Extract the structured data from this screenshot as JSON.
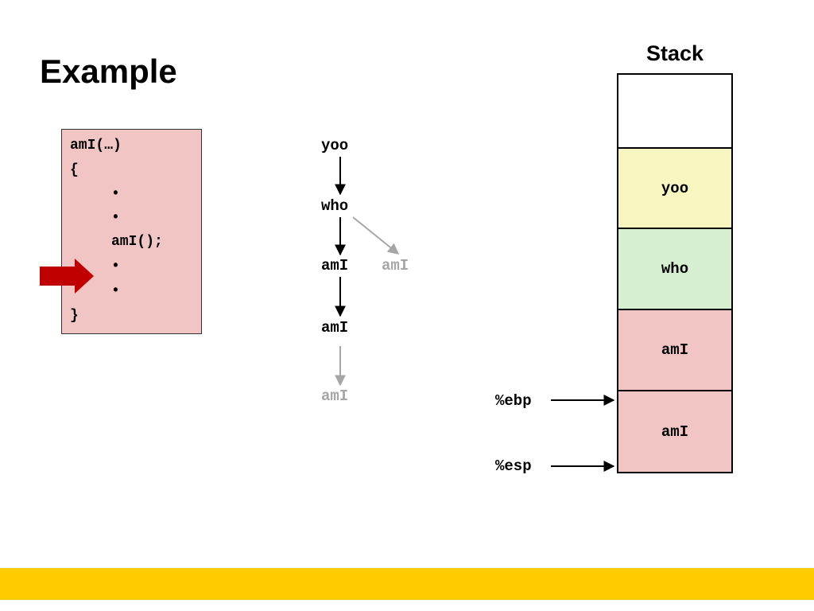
{
  "slide": {
    "title": "Example",
    "bar_color": "#ffcc00"
  },
  "code": {
    "background": "#f2c5c5",
    "lines": [
      "amI(…)",
      "{",
      "•",
      "•",
      "amI();",
      "•",
      "•",
      "}"
    ]
  },
  "pointer_arrow": {
    "color": "#c00000"
  },
  "call_tree": {
    "nodes": [
      {
        "label": "yoo",
        "active": true
      },
      {
        "label": "who",
        "active": true
      },
      {
        "label": "amI",
        "active": true
      },
      {
        "label": "amI",
        "active": false
      },
      {
        "label": "amI",
        "active": true
      },
      {
        "label": "amI",
        "active": false
      }
    ],
    "active_color": "#000000",
    "inactive_color": "#a6a6a6"
  },
  "stack": {
    "title": "Stack",
    "frames": [
      {
        "label": "",
        "color": "#ffffff"
      },
      {
        "label": "yoo",
        "color": "#f7f5c0"
      },
      {
        "label": "who",
        "color": "#d6efd0"
      },
      {
        "label": "amI",
        "color": "#f2c5c5"
      },
      {
        "label": "amI",
        "color": "#f2c5c5"
      }
    ]
  },
  "registers": {
    "ebp": "%ebp",
    "esp": "%esp"
  }
}
